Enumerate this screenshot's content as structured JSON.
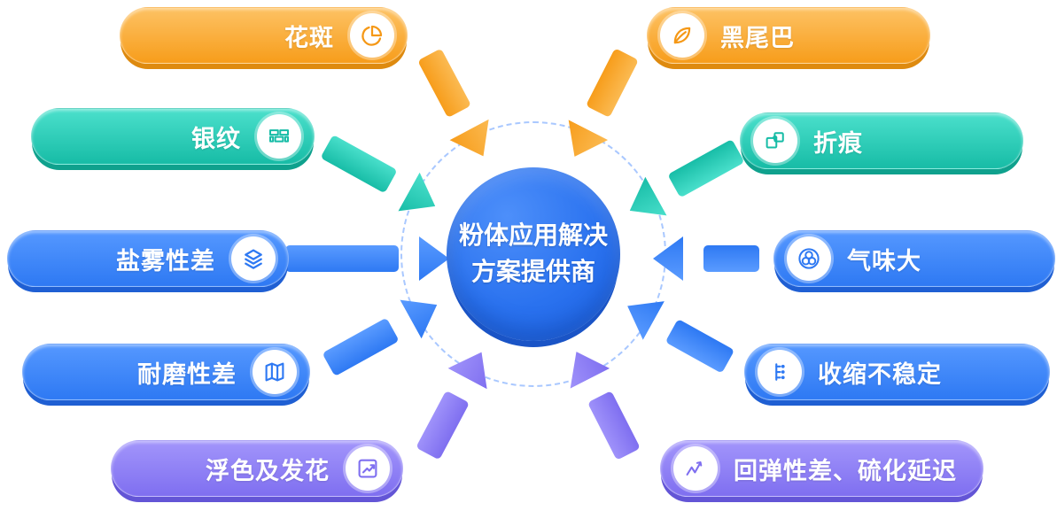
{
  "center": {
    "title_line1": "粉体应用解决",
    "title_line2": "方案提供商"
  },
  "items": [
    {
      "label": "花斑",
      "icon": "pie-chart-icon",
      "color_theme": "orange"
    },
    {
      "label": "黑尾巴",
      "icon": "leaf-icon",
      "color_theme": "orange"
    },
    {
      "label": "银纹",
      "icon": "bricks-icon",
      "color_theme": "teal"
    },
    {
      "label": "折痕",
      "icon": "puzzle-icon",
      "color_theme": "teal"
    },
    {
      "label": "盐雾性差",
      "icon": "layers-icon",
      "color_theme": "blue"
    },
    {
      "label": "气味大",
      "icon": "bubbles-icon",
      "color_theme": "blue"
    },
    {
      "label": "耐磨性差",
      "icon": "open-map-icon",
      "color_theme": "blue"
    },
    {
      "label": "收缩不稳定",
      "icon": "branch-dots-icon",
      "color_theme": "blue"
    },
    {
      "label": "浮色及发花",
      "icon": "trend-arrow-icon",
      "color_theme": "purple"
    },
    {
      "label": "回弹性差、硫化延迟",
      "icon": "line-chart-icon",
      "color_theme": "purple"
    }
  ],
  "colors": {
    "orange": "#F79D1B",
    "teal": "#17BCA6",
    "blue": "#2E79F3",
    "purple": "#7F6FF0",
    "center_blue": "#2268E8",
    "dashed_ring": "#A9C8FF"
  }
}
